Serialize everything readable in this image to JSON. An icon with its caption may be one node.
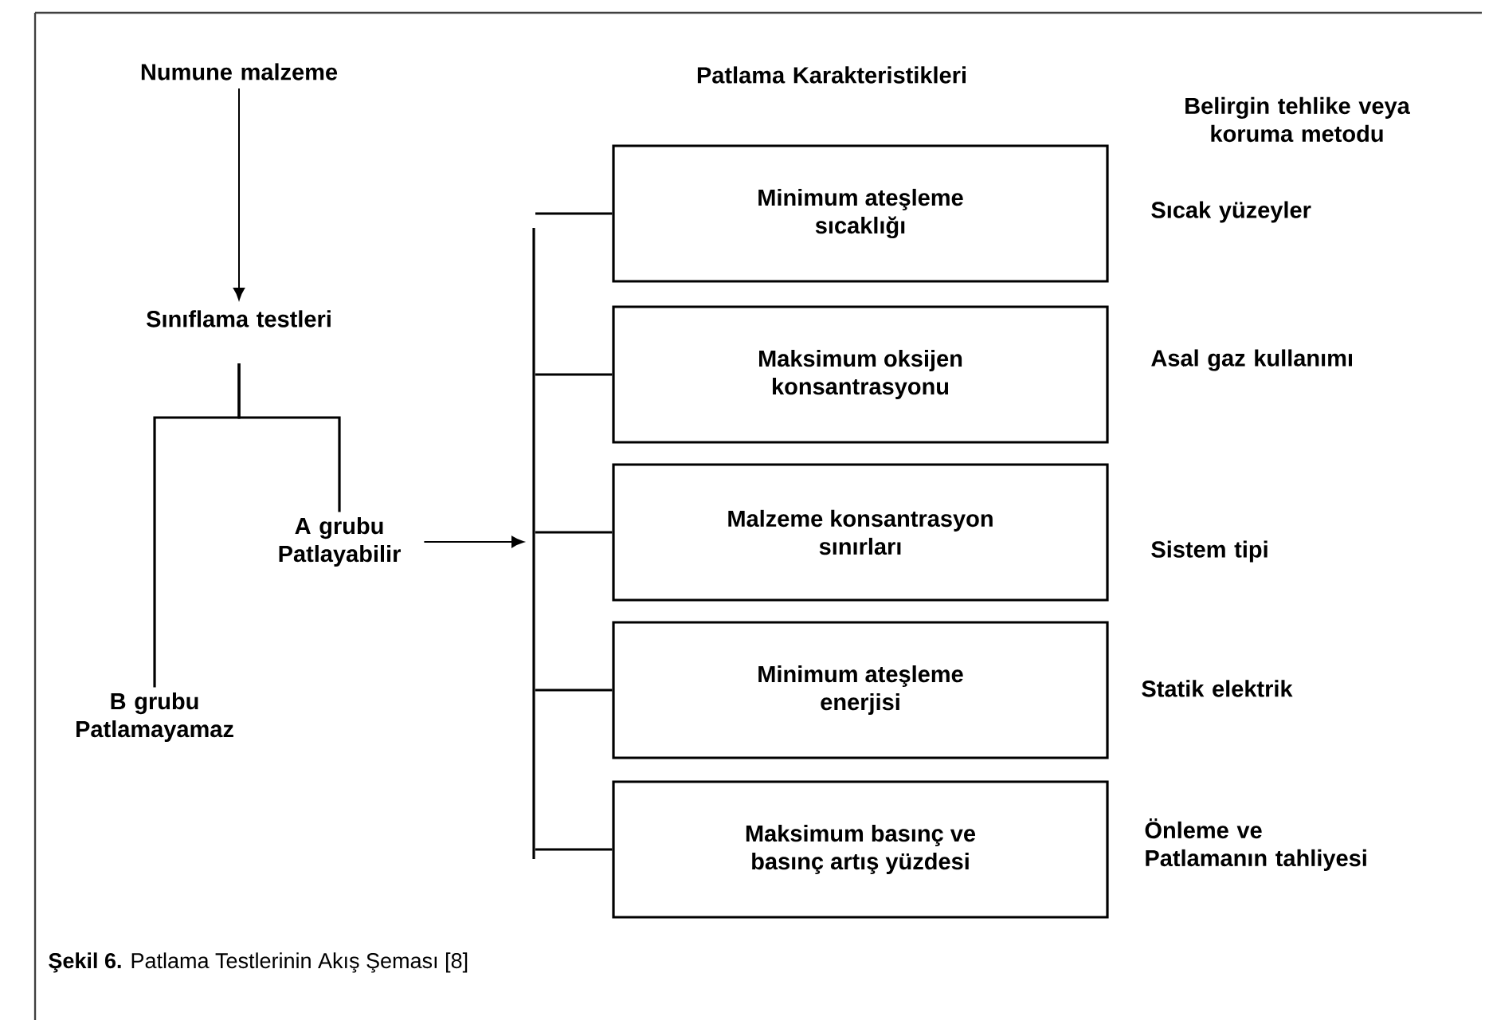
{
  "diagram": {
    "caption": "**Şekil 6.** Patlama Testlerinin Akış Şeması [8]",
    "nodes": [
      {
        "text": [
          "Numune malzeme"
        ]
      },
      {
        "text": [
          "Sınıflama testleri"
        ]
      },
      {
        "text": [
          "A grubu Patlayabilir"
        ]
      },
      {
        "text": [
          "B grubu Patlamayamaz"
        ]
      },
      {
        "text": [
          "Minimum ateşleme sıcaklığı"
        ]
      },
      {
        "text": [
          "Maksimum oksijen konsantrasyonu"
        ]
      },
      {
        "text": [
          "Malzeme konsantrasyon sınırları"
        ]
      },
      {
        "text": [
          "Minimum ateşleme enerjisi"
        ]
      },
      {
        "text": [
          "Maksimum basınç ve basınç artış yüzdesi"
        ]
      },
      {
        "text": [],
        "shape": "bar"
      }
    ],
    "edges": [
      {
        "from": 0,
        "to": 1,
        "arrow": "to"
      },
      {
        "from": 1,
        "to": 2,
        "arrow": "none"
      },
      {
        "from": 1,
        "to": 3,
        "arrow": "none"
      },
      {
        "from": 2,
        "to": 9,
        "arrow": "to"
      },
      {
        "from": 9,
        "to": 4,
        "arrow": "none"
      },
      {
        "from": 9,
        "to": 5,
        "arrow": "none"
      },
      {
        "from": 9,
        "to": 6,
        "arrow": "none"
      },
      {
        "from": 9,
        "to": 7,
        "arrow": "none"
      },
      {
        "from": 9,
        "to": 8,
        "arrow": "none"
      }
    ],
    "labels": [
      "Patlama Karakteristikleri",
      "Belirgin tehlike veya koruma metodu",
      "Sıcak yüzeyler",
      "Asal gaz kullanımı",
      "Sistem tipi",
      "Statik elektrik",
      "Önleme ve Patlamanın tahliyesi"
    ]
  }
}
